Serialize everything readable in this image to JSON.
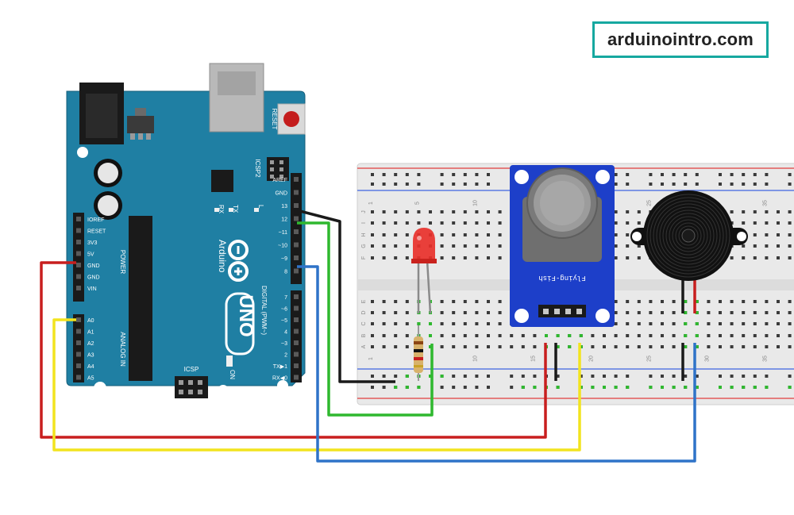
{
  "brand": {
    "text": "arduinointro.com"
  },
  "board": {
    "logo_text": "Arduino",
    "model": "UNO",
    "reset": "RESET",
    "icsp2": "ICSP2",
    "icsp": "ICSP",
    "on": "ON",
    "l_label": "L",
    "tx": "TX",
    "rx": "RX",
    "power_header": [
      "IOREF",
      "RESET",
      "3V3",
      "5V",
      "GND",
      "GND",
      "VIN"
    ],
    "power_title": "POWER",
    "analog_header": [
      "A0",
      "A1",
      "A2",
      "A3",
      "A4",
      "A5"
    ],
    "analog_title": "ANALOG IN",
    "digital_title": "DIGITAL (PWM~)",
    "digital_top": [
      "AREF",
      "GND",
      "13",
      "12",
      "~11",
      "~10",
      "~9",
      "8"
    ],
    "digital_bottom": [
      "7",
      "~6",
      "~5",
      "4",
      "~3",
      "2",
      "TX▶1",
      "RX◀0"
    ]
  },
  "breadboard": {
    "col_numbers": [
      "1",
      "5",
      "10",
      "15",
      "20",
      "25",
      "30",
      "35"
    ],
    "row_letters_top": [
      "J",
      "I",
      "H",
      "G",
      "F"
    ],
    "row_letters_bottom": [
      "E",
      "D",
      "C",
      "B",
      "A"
    ]
  },
  "sensor": {
    "label": "Flying-Fish"
  },
  "colors": {
    "board": "#1f7fa3",
    "breadboard": "#e8e8e8",
    "sensor_pcb": "#1d3fc9",
    "wire_red": "#c81e1e",
    "wire_yellow": "#f2e41e",
    "wire_blue": "#2f73c8",
    "wire_green": "#2fb82f",
    "wire_black": "#1a1a1a"
  }
}
